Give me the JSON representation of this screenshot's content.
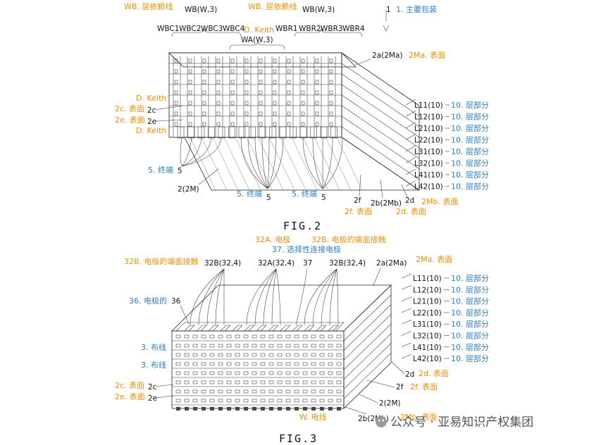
{
  "figures": {
    "fig2": {
      "caption": "FIG.2",
      "top_labels": {
        "wb_left": "WB(W,3)",
        "wb_right": "WB(W,3)",
        "wa": "WA(W,3)",
        "wbc1": "WBC1",
        "wbc2": "WBC2",
        "wbc3": "WBC3",
        "wbc4": "WBC4",
        "wbr1": "WBR1",
        "wbr2": "WBR2",
        "wbr3": "WBR3",
        "wbr4": "WBR4",
        "ref1": "1",
        "ref_2a": "2a(2Ma)",
        "ref_2c": "2c",
        "ref_2e": "2e",
        "ref_5a": "5",
        "ref_5b": "5",
        "ref_5c": "5",
        "ref_2M": "2(2M)",
        "ref_2f": "2f",
        "ref_2b": "2b(2Mb)",
        "ref_2d": "2d"
      },
      "layers": [
        "L11(10)",
        "L12(10)",
        "L21(10)",
        "L22(10)",
        "L31(10)",
        "L32(10)",
        "L41(10)",
        "L42(10)"
      ],
      "annotations": {
        "wb_left": "WB. 层依赖线",
        "wb_right": "WB. 层依赖线",
        "main_pkg": "1. 主要包装",
        "d_keith_top": "D. Keith",
        "surface_2ma": "2Ma. 表面",
        "d_keith_mid": "D. Keith",
        "surface_2c": "2c. 表面",
        "surface_2e": "2e. 表面",
        "d_keith_low": "D. Keith",
        "term_5a": "5. 终端",
        "term_5b": "5. 终端",
        "term_5c": "5. 终端",
        "surface_2mb": "2Mb. 表面",
        "surface_2f": "2f. 表面",
        "surface_2d": "2d. 表面",
        "layer_part": "10. 层部分"
      }
    },
    "fig3": {
      "caption": "FIG.3",
      "top_labels": {
        "ref_32b_left": "32B(32,4)",
        "ref_32a": "32A(32,4)",
        "ref_37": "37",
        "ref_32b_right": "32B(32,4)",
        "ref_2a": "2a(2Ma)",
        "ref_36": "36",
        "ref_2c": "2c",
        "ref_2e": "2e",
        "ref_2d": "2d",
        "ref_2f": "2f",
        "ref_2M": "2(2M)",
        "ref_2b": "2b(2Mb)"
      },
      "layers": [
        "L11(10)",
        "L12(10)",
        "L21(10)",
        "L22(10)",
        "L31(10)",
        "L32(10)",
        "L41(10)",
        "L42(10)"
      ],
      "annotations": {
        "electrode_32a": "32A. 电极",
        "contact_32b_right": "32B. 电极的端面接触",
        "selective_37": "37. 选择性连接电极",
        "contact_32b_left": "32B. 电极的端面接触",
        "surface_2ma": "2Ma. 表面",
        "electrode_36": "36. 电极的",
        "wiring_a": "3. 布线",
        "wiring_b": "3. 布线",
        "surface_2d": "2d. 表面",
        "surface_2c": "2c. 表面",
        "surface_2f": "2f. 表面",
        "surface_2e": "2e. 表面",
        "electric_w": "W. 电线",
        "surface_2mb": "2Mb. 表面",
        "layer_part": "10. 层部分"
      }
    }
  },
  "watermark": "公众号 · 亚易知识产权集团",
  "colors": {
    "orange": "#e8900c",
    "blue": "#2a7fc4",
    "line": "#222222"
  }
}
